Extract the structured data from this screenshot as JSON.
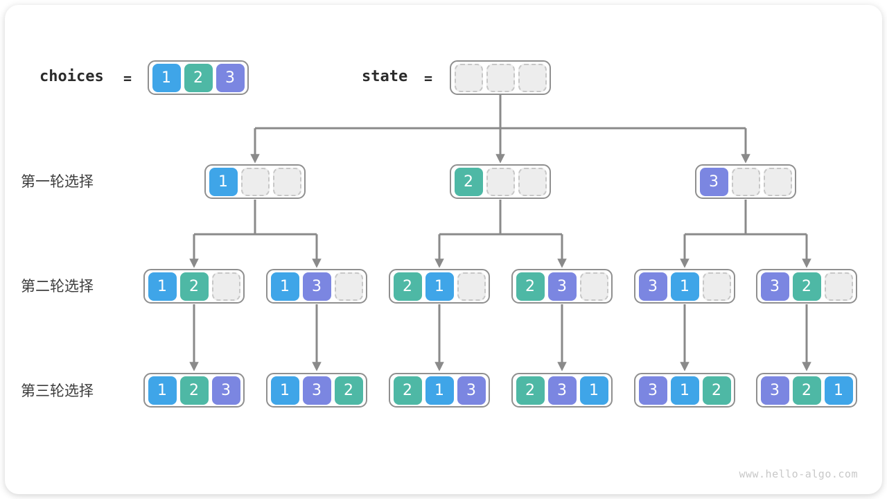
{
  "header": {
    "choices_label": "choices",
    "equals_sign": "=",
    "state_label": "state",
    "choices_cells": [
      "1",
      "2",
      "3"
    ],
    "state_cells": [
      "",
      "",
      ""
    ]
  },
  "tree": {
    "levels": [
      {
        "label": "第一轮选择",
        "nodes": [
          [
            "1",
            "",
            ""
          ],
          [
            "2",
            "",
            ""
          ],
          [
            "3",
            "",
            ""
          ]
        ]
      },
      {
        "label": "第二轮选择",
        "nodes": [
          [
            "1",
            "2",
            ""
          ],
          [
            "1",
            "3",
            ""
          ],
          [
            "2",
            "1",
            ""
          ],
          [
            "2",
            "3",
            ""
          ],
          [
            "3",
            "1",
            ""
          ],
          [
            "3",
            "2",
            ""
          ]
        ]
      },
      {
        "label": "第三轮选择",
        "nodes": [
          [
            "1",
            "2",
            "3"
          ],
          [
            "1",
            "3",
            "2"
          ],
          [
            "2",
            "1",
            "3"
          ],
          [
            "2",
            "3",
            "1"
          ],
          [
            "3",
            "1",
            "2"
          ],
          [
            "3",
            "2",
            "1"
          ]
        ]
      }
    ]
  },
  "cell_colors": {
    "1": "#3fa5e8",
    "2": "#4eb8a5",
    "3": "#7b86e1"
  },
  "style_colors": {
    "arrow_gray": "#8a8a8a",
    "node_border": "#8f8f8f",
    "empty_cell_fill": "#ededed",
    "empty_cell_border": "#c7c7c7",
    "label_text": "#3c3c3c",
    "code_text": "#2b2b2b",
    "watermark_text": "#c8c8c8"
  },
  "watermark": "www.hello-algo.com"
}
